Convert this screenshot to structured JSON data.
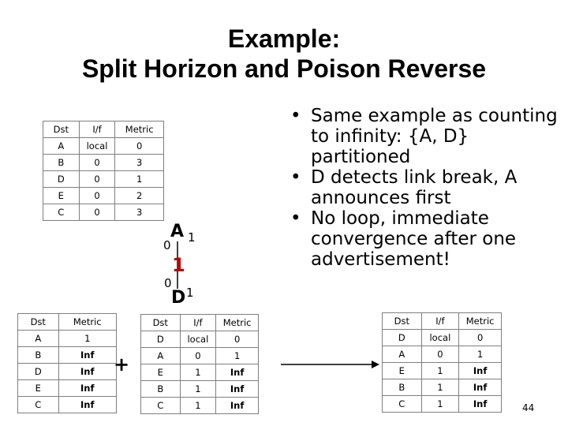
{
  "title": {
    "line1": "Example:",
    "line2": "Split Horizon and Poison Reverse"
  },
  "bullets": [
    "Same example as counting to infinity: {A, D} partitioned",
    "D detects link break, A announces first",
    "No loop, immediate convergence after one advertisement!"
  ],
  "table_top": {
    "headers": [
      "Dst",
      "I/f",
      "Metric"
    ],
    "rows": [
      [
        "A",
        "local",
        "0"
      ],
      [
        "B",
        "0",
        "3"
      ],
      [
        "D",
        "0",
        "1"
      ],
      [
        "E",
        "0",
        "2"
      ],
      [
        "C",
        "0",
        "3"
      ]
    ]
  },
  "table_left": {
    "headers": [
      "Dst",
      "Metric"
    ],
    "rows": [
      [
        "A",
        "1"
      ],
      [
        "B",
        "Inf"
      ],
      [
        "D",
        "Inf"
      ],
      [
        "E",
        "Inf"
      ],
      [
        "C",
        "Inf"
      ]
    ]
  },
  "table_mid": {
    "headers": [
      "Dst",
      "I/f",
      "Metric"
    ],
    "rows": [
      [
        "D",
        "local",
        "0"
      ],
      [
        "A",
        "0",
        "1"
      ],
      [
        "E",
        "1",
        "Inf"
      ],
      [
        "B",
        "1",
        "Inf"
      ],
      [
        "C",
        "1",
        "Inf"
      ]
    ]
  },
  "table_right": {
    "headers": [
      "Dst",
      "I/f",
      "Metric"
    ],
    "rows": [
      [
        "D",
        "local",
        "0"
      ],
      [
        "A",
        "0",
        "1"
      ],
      [
        "E",
        "1",
        "Inf"
      ],
      [
        "B",
        "1",
        "Inf"
      ],
      [
        "C",
        "1",
        "Inf"
      ]
    ]
  },
  "diagram": {
    "node_a": "A",
    "node_d": "D",
    "a_if_0": "0",
    "a_if_1": "1",
    "d_if_0": "0",
    "d_if_1": "1",
    "link_cost": "1"
  },
  "plus_sign": "+",
  "page_number": "44",
  "colors": {
    "link_cost": "#c00000",
    "cell_border": "#7f7f7f"
  }
}
